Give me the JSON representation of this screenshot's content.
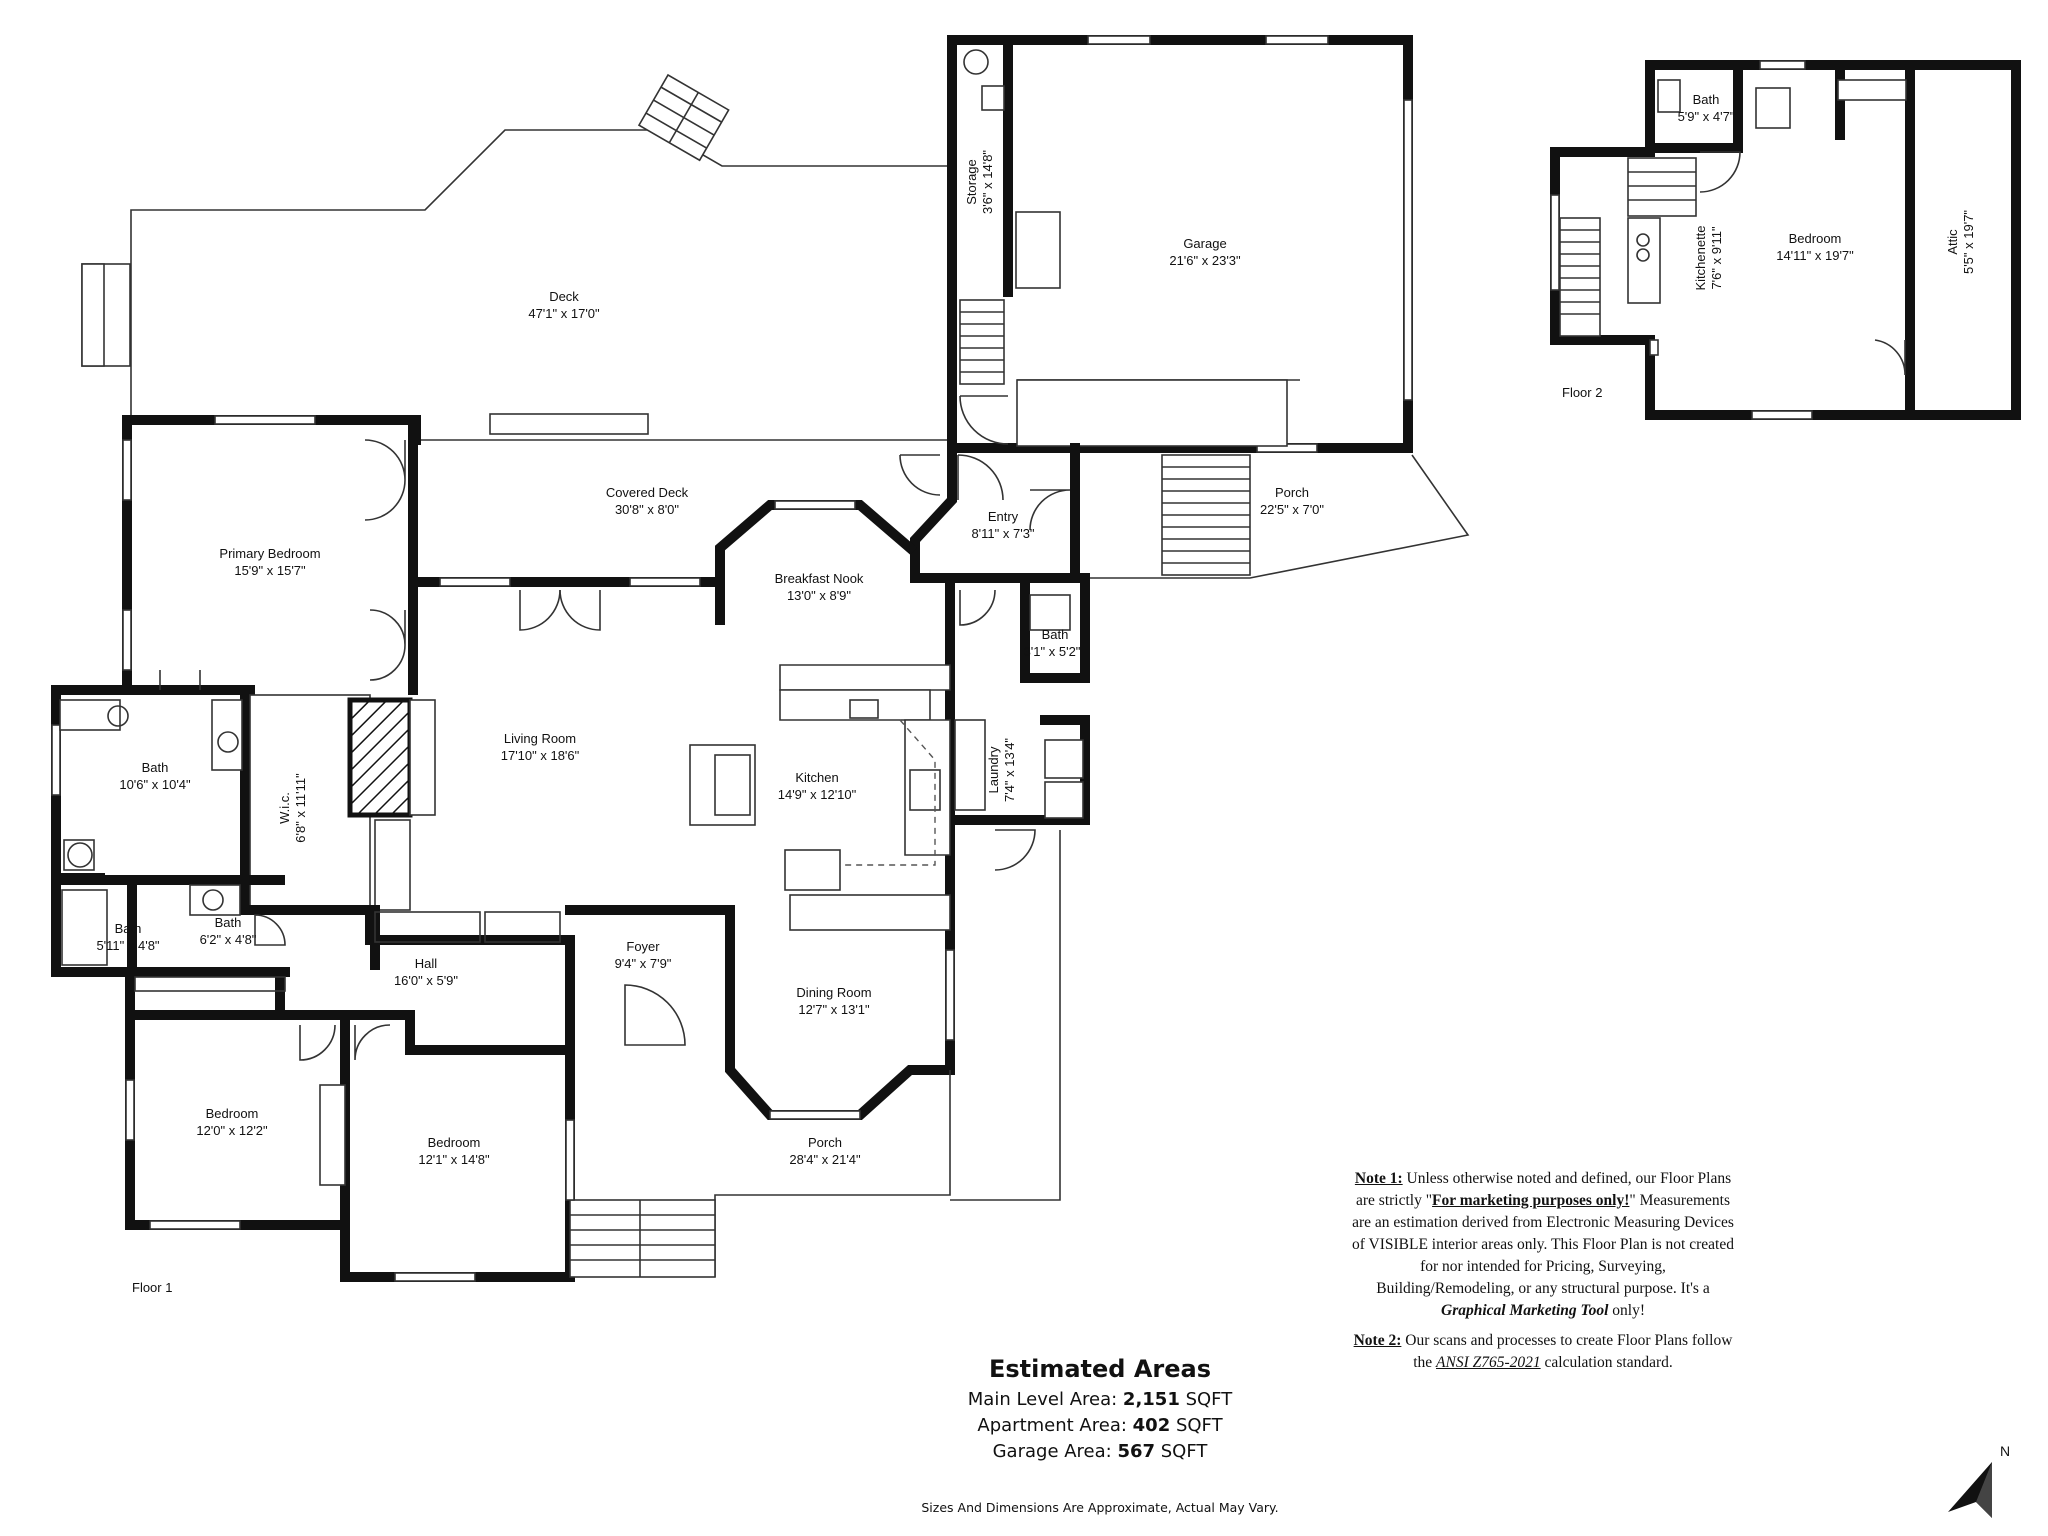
{
  "rooms": {
    "deck": {
      "name": "Deck",
      "dims": "47'1\" x 17'0\""
    },
    "garage": {
      "name": "Garage",
      "dims": "21'6\" x 23'3\""
    },
    "storage": {
      "name": "Storage",
      "dims": "3'6\" x 14'8\""
    },
    "covered_deck": {
      "name": "Covered Deck",
      "dims": "30'8\" x 8'0\""
    },
    "primary_bedroom": {
      "name": "Primary Bedroom",
      "dims": "15'9\" x 15'7\""
    },
    "breakfast_nook": {
      "name": "Breakfast Nook",
      "dims": "13'0\" x 8'9\""
    },
    "entry": {
      "name": "Entry",
      "dims": "8'11\" x 7'3\""
    },
    "porch_top": {
      "name": "Porch",
      "dims": "22'5\" x 7'0\""
    },
    "bath_small": {
      "name": "Bath",
      "dims": "3'1\" x 5'2\""
    },
    "laundry": {
      "name": "Laundry",
      "dims": "7'4\" x 13'4\""
    },
    "living_room": {
      "name": "Living Room",
      "dims": "17'10\" x 18'6\""
    },
    "kitchen": {
      "name": "Kitchen",
      "dims": "14'9\" x 12'10\""
    },
    "bath_main": {
      "name": "Bath",
      "dims": "10'6\" x 10'4\""
    },
    "wic": {
      "name": "W.i.c.",
      "dims": "6'8\" x 11'11\""
    },
    "bath_a": {
      "name": "Bath",
      "dims": "5'11\" x 4'8\""
    },
    "bath_b": {
      "name": "Bath",
      "dims": "6'2\" x 4'8\""
    },
    "hall": {
      "name": "Hall",
      "dims": "16'0\" x 5'9\""
    },
    "foyer": {
      "name": "Foyer",
      "dims": "9'4\" x 7'9\""
    },
    "dining_room": {
      "name": "Dining Room",
      "dims": "12'7\" x 13'1\""
    },
    "bedroom_a": {
      "name": "Bedroom",
      "dims": "12'0\" x 12'2\""
    },
    "bedroom_b": {
      "name": "Bedroom",
      "dims": "12'1\" x 14'8\""
    },
    "porch_bottom": {
      "name": "Porch",
      "dims": "28'4\" x 21'4\""
    },
    "bath_up": {
      "name": "Bath",
      "dims": "5'9\" x 4'7\""
    },
    "kitchenette": {
      "name": "Kitchenette",
      "dims": "7'6\" x 9'11\""
    },
    "bedroom_up": {
      "name": "Bedroom",
      "dims": "14'11\" x 19'7\""
    },
    "attic": {
      "name": "Attic",
      "dims": "5'5\" x 19'7\""
    }
  },
  "floors": {
    "floor1": "Floor 1",
    "floor2": "Floor 2"
  },
  "notes": {
    "note1_label": "Note 1:",
    "note1_a": " Unless otherwise noted and defined, our Floor Plans are strictly \"",
    "note1_emph": "For marketing purposes only!",
    "note1_b": "\" Measurements are an estimation derived from Electronic Measuring Devices of VISIBLE interior areas only. This Floor Plan is not created for nor intended for Pricing, Surveying, Building/Remodeling, or any structural purpose. It's a ",
    "note1_tool": "Graphical Marketing Tool",
    "note1_c": " only!",
    "note2_label": "Note 2:",
    "note2_a": " Our scans and processes to create Floor Plans follow the ",
    "note2_std": "ANSI Z765-2021",
    "note2_b": " calculation standard."
  },
  "areas": {
    "title": "Estimated Areas",
    "main_label": "Main Level Area: ",
    "main_value": "2,151",
    "apt_label": "Apartment Area: ",
    "apt_value": "402",
    "garage_label": "Garage Area: ",
    "garage_value": "567",
    "unit": " SQFT"
  },
  "disclaimer": "Sizes And Dimensions Are Approximate, Actual May Vary.",
  "compass": {
    "label": "N",
    "icon": "north-arrow-icon"
  }
}
